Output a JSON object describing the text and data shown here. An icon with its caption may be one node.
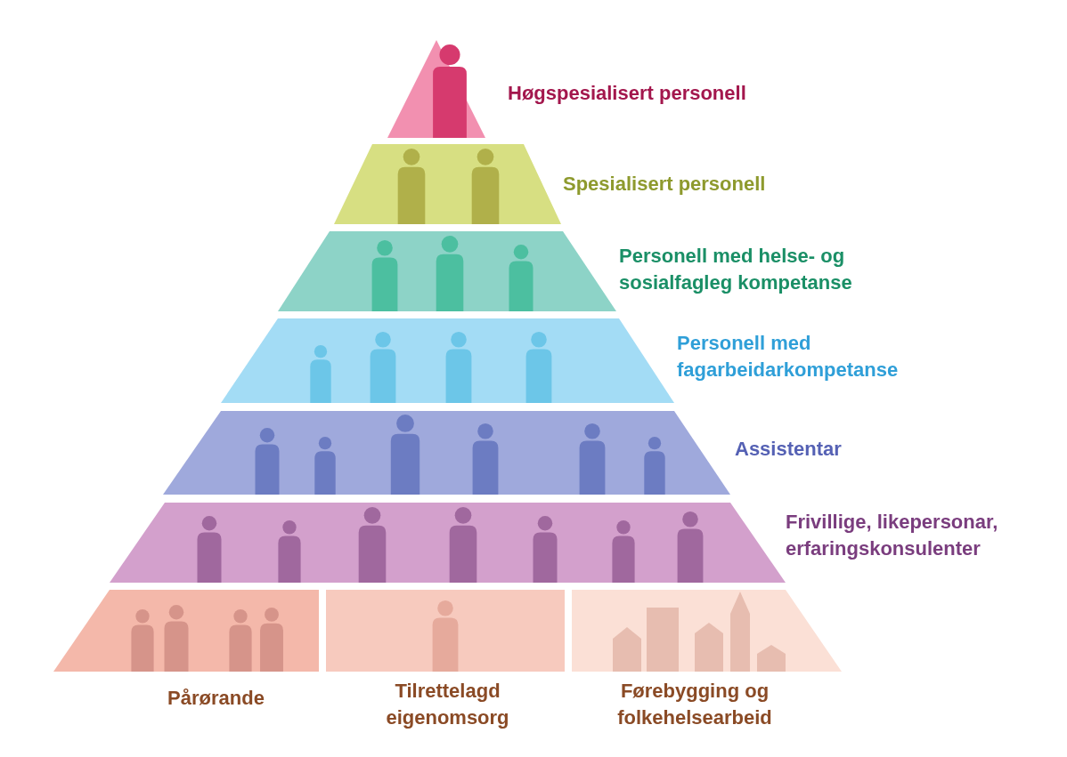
{
  "diagram": {
    "nodes": [
      {
        "text": [
          "Høgspesialisert personell"
        ]
      },
      {
        "text": [
          "Spesialisert personell"
        ]
      },
      {
        "text": [
          "Personell med helse- og sosialfagleg kompetanse"
        ]
      },
      {
        "text": [
          "Personell med fagarbeidarkompetanse"
        ]
      },
      {
        "text": [
          "Assistentar"
        ]
      },
      {
        "text": [
          "Frivillige, likepersonar, erfaringskonsulenter"
        ]
      },
      {
        "text": [
          "Pårørande"
        ]
      },
      {
        "text": [
          "Tilrettelagd eigenomsorg"
        ]
      },
      {
        "text": [
          "Førebygging og folkehelsearbeid"
        ]
      }
    ]
  }
}
